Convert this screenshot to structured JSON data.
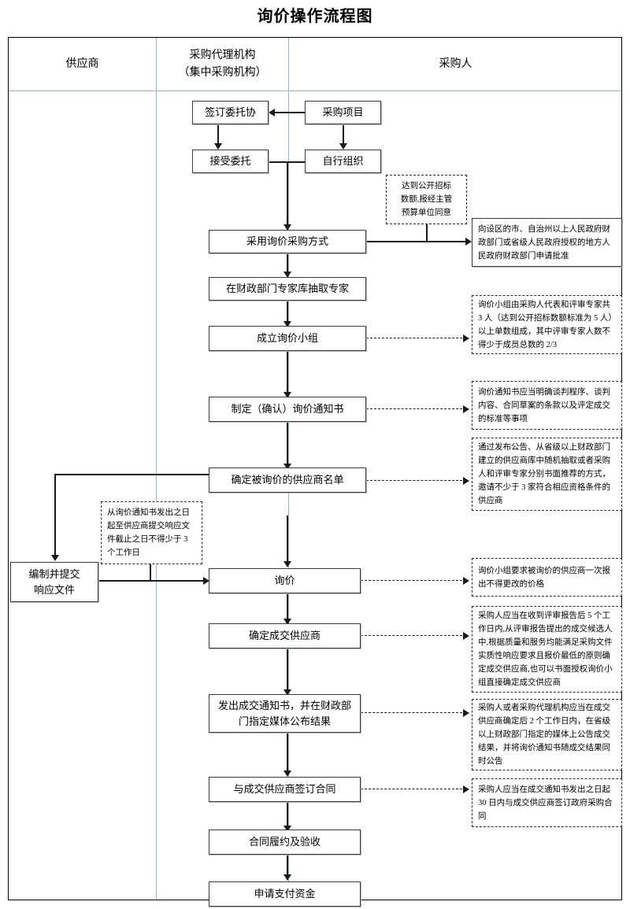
{
  "title": "询价操作流程图",
  "columns": [
    {
      "id": "supplier",
      "label": "供应商"
    },
    {
      "id": "agency",
      "label": "采购代理机构\n（集中采购机构）",
      "line1": "采购代理机构",
      "line2": "（集中采购机构）"
    },
    {
      "id": "purchaser",
      "label": "采购人"
    }
  ],
  "nodes": {
    "sign_entrust": "签订委托协",
    "procurement_project": "采购项目",
    "accept_entrust": "接受委托",
    "self_organize": "自行组织",
    "adopt_inquiry": "采用询价采购方式",
    "draw_experts": "在财政部门专家库抽取专家",
    "form_group": "成立询价小组",
    "make_notice": "制定（确认）询价通知书",
    "confirm_supplier_list": "确定被询价的供应商名单",
    "prepare_response": "编制并提交\n响应文件",
    "prepare_response_l1": "编制并提交",
    "prepare_response_l2": "响应文件",
    "inquiry": "询价",
    "confirm_winner": "确定成交供应商",
    "issue_notice": "发出成交通知书，并在财政部\n门指定媒体公布结果",
    "issue_notice_l1": "发出成交通知书，并在财政部",
    "issue_notice_l2": "门指定媒体公布结果",
    "sign_contract": "与成交供应商签订合同",
    "contract_perform": "合同履约及验收",
    "apply_payment": "申请支付资金"
  },
  "notes": {
    "open_bid_threshold": "达到公开招标\n数额,报经主管\n预算单位同意",
    "open_bid_threshold_l1": "达到公开招标",
    "open_bid_threshold_l2": "数额,报经主管",
    "open_bid_threshold_l3": "预算单位同意",
    "apply_approval": "向设区的市、自治州以上人民政府财政部门或省级人民政府授权的地方人民政府财政部门申请批准",
    "group_composition": "询价小组由采购人代表和评审专家共 3 人（达到公开招标数额标准为 5 人）以上单数组成，其中评审专家人数不得少于成员总数的 2/3",
    "notice_content": "询价通知书应当明确谈判程序、谈判内容、合同草案的条款以及评定成交的标准等事项",
    "supplier_selection": "通过发布公告、从省级以上财政部门建立的供应商库中随机抽取或者采购人和评审专家分别书面推荐的方式，邀请不少于 3 家符合相应资格条件的供应商",
    "response_deadline": "从询价通知书发出之日起至供应商提交响应文件截止之日不得少于 3 个工作日",
    "one_time_quote": "询价小组要求被询价的供应商一次报出不得更改的价格",
    "winner_determination": "采购人应当在收到评审报告后 5 个工作日内,从评审报告提出的成交候选人中,根据质量和服务均能满足采购文件实质性响应要求且报价最低的原则确定成交供应商,也可以书面授权询价小组直接确定成交供应商",
    "announce_result": "采购人或者采购代理机构应当在成交供应商确定后 2 个工作日内，在省级以上财政部门指定的媒体上公告成交结果，并将询价通知书随成交结果同时公告",
    "contract_deadline": "采购人应当在成交通知书发出之日起 30 日内与成交供应商签订政府采购合同"
  },
  "colors": {
    "divider": "#8fb4d4",
    "border": "#000000",
    "box_border": "#3a3a3a",
    "line": "#1a1a1a"
  }
}
